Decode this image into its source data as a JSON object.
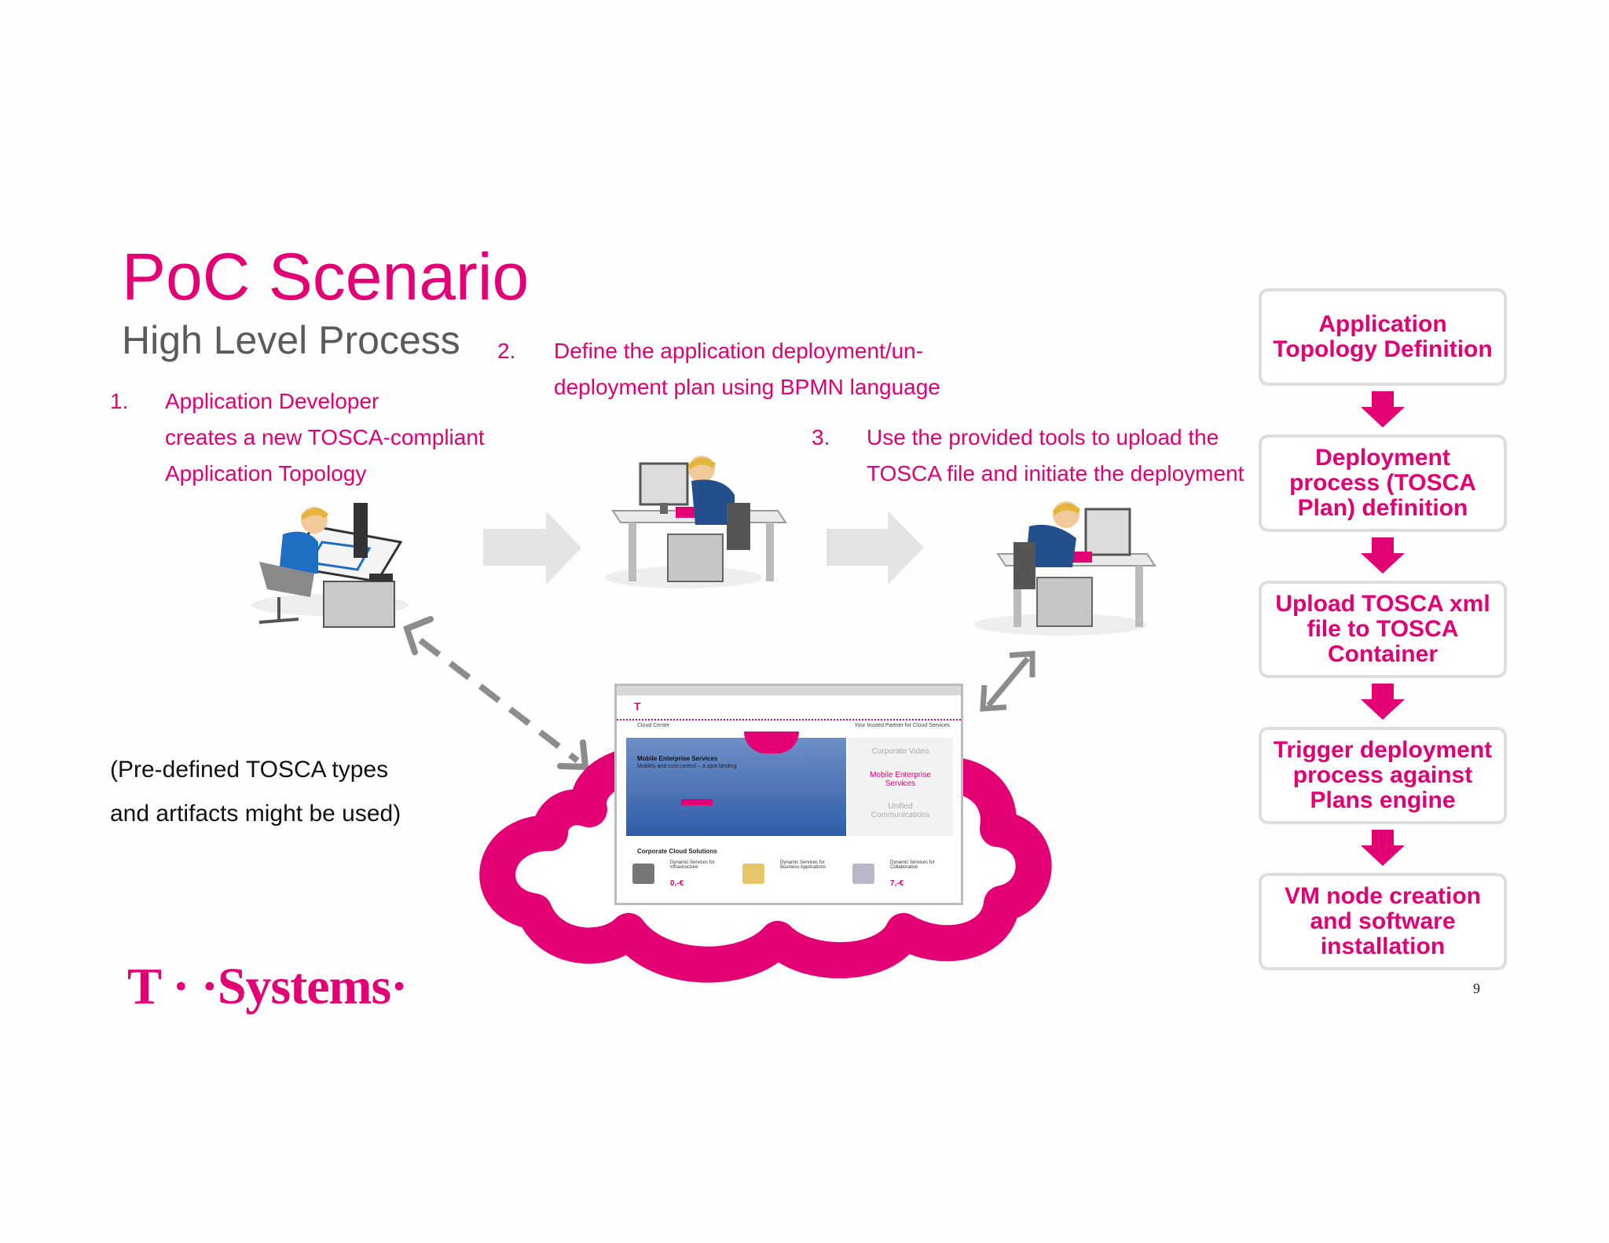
{
  "slide": {
    "title": "PoC Scenario",
    "subtitle": "High Level Process",
    "page_number": "9",
    "accent_color": "#e20074"
  },
  "steps": [
    {
      "num": "1.",
      "lines": [
        "Application Developer",
        "creates a new TOSCA-compliant",
        "Application Topology"
      ]
    },
    {
      "num": "2.",
      "lines": [
        "Define the application deployment/un-",
        "deployment plan using BPMN language"
      ]
    },
    {
      "num": "3.",
      "lines": [
        "Use the provided tools to upload the",
        "TOSCA file and initiate the deployment"
      ]
    }
  ],
  "note": {
    "lines": [
      "(Pre-defined TOSCA types",
      "and artifacts might be used)"
    ]
  },
  "flow": [
    {
      "label": "Application Topology Definition"
    },
    {
      "label": "Deployment process (TOSCA Plan) definition"
    },
    {
      "label": "Upload TOSCA xml file to TOSCA Container"
    },
    {
      "label": "Trigger deployment process against Plans engine"
    },
    {
      "label": "VM node creation and software installation"
    }
  ],
  "logo": {
    "text": "T · ·Systems·"
  },
  "screenshot": {
    "header": "Cloud Center",
    "tagline": "Your trusted Partner for Cloud Services",
    "hero_title": "Mobile Enterprise Services",
    "hero_sub": "Mobility and cost control – a spot landing",
    "side_items": [
      "Corporate Video",
      "Mobile Enterprise Services",
      "Unified Communications"
    ],
    "section": "Corporate Cloud Solutions",
    "products": [
      "Dynamic Services for Infrastructure",
      "Dynamic Services for Business Applications",
      "Dynamic Services for Collaboration"
    ],
    "prices": [
      "0,-€",
      "7,-€"
    ]
  },
  "icons": [
    "developer-figure-icon",
    "planner-figure-icon",
    "deployer-figure-icon",
    "cloud-icon",
    "arrow-right-icon",
    "arrow-down-icon",
    "double-arrow-icon"
  ]
}
